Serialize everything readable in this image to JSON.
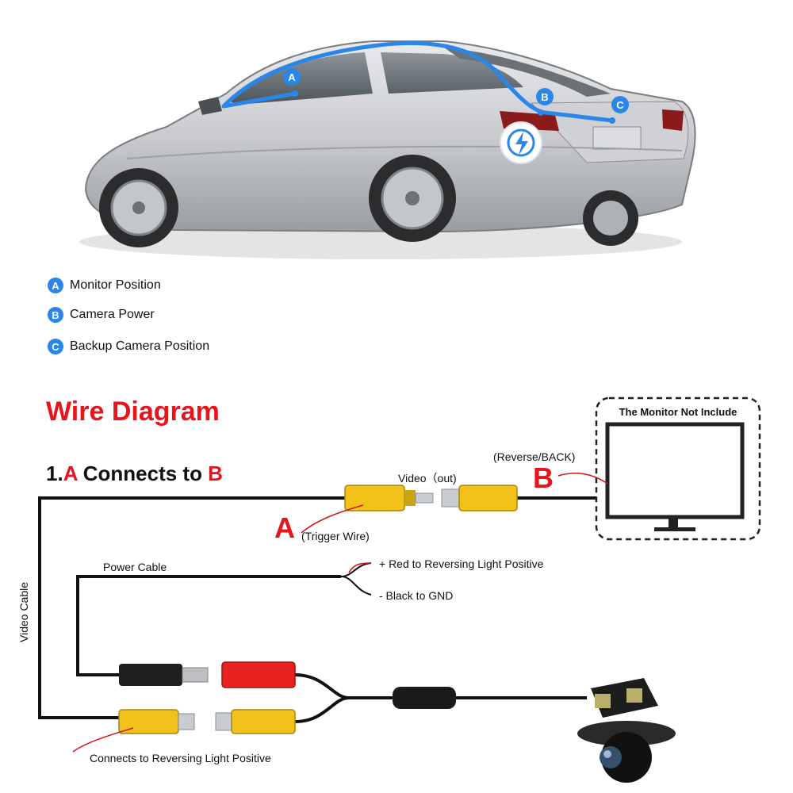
{
  "legend": [
    {
      "letter": "A",
      "text": "Monitor Position"
    },
    {
      "letter": "B",
      "text": "Camera Power"
    },
    {
      "letter": "C",
      "text": "Backup Camera Position"
    }
  ],
  "car_markers": [
    "A",
    "B",
    "C"
  ],
  "title": "Wire Diagram",
  "subtitle": {
    "prefix": "1.",
    "a": "A",
    "middle": " Connects to ",
    "b": "B"
  },
  "monitor_label": "The Monitor Not Include",
  "reverse_label": "(Reverse/BACK)",
  "video_out_label": "Video（out)",
  "big_a": "A",
  "big_b": "B",
  "trigger_label": "(Trigger Wire)",
  "power_cable_label": "Power Cable",
  "red_label": "+ Red to Reversing Light Positive",
  "black_label": "- Black to GND",
  "video_cable_label": "Video Cable",
  "bottom_label": "Connects to Reversing Light Positive",
  "colors": {
    "accent_red": "#e8141b",
    "marker_blue": "#2b86ea",
    "rca_yellow": "#f2c21a",
    "dc_red": "#e8231f"
  }
}
